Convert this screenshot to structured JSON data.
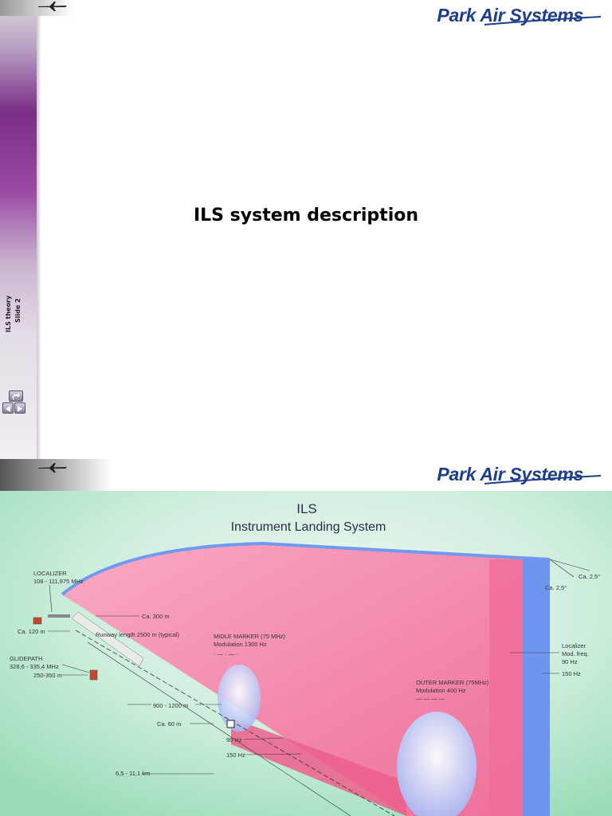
{
  "brand": {
    "name": "Park Air Systems"
  },
  "slide1": {
    "title": "ILS system description",
    "side_labels": {
      "course": "ILS theory",
      "slide": "Slide 2"
    }
  },
  "slide2": {
    "heading": "ILS",
    "subheading": "Instrument Landing System",
    "labels": {
      "localizer": "LOCALIZER",
      "localizer_freq": "108 - 111,975 MHz",
      "ca300": "Ca. 300 m",
      "ca120": "Ca. 120 m",
      "runway": "Runway length 2500 m (typical)",
      "glidepath": "GLIDEPATH",
      "glidepath_freq": "328,6 - 335,4 MHz",
      "dist_250_350": "250-350 m",
      "midle_marker": "MIDLE MARKER (75 MHz)",
      "midle_mod": "Modulation 1300 Hz",
      "midle_code": "· — · — ·",
      "outer_marker": "OUTER MARKER (75MHz)",
      "outer_mod": "Modulation 400 Hz",
      "outer_code": "— — — —",
      "dist_900_1200": "900 - 1200 m",
      "ca60": "Ca. 60 m",
      "hz90": "90 Hz",
      "hz150": "150 Hz",
      "dist_km": "6,5 - 11,1 km",
      "loc_mod1": "Localizer",
      "loc_mod2": "Mod. freq.",
      "loc_mod3": "90 Hz",
      "loc_150": "150 Hz",
      "angle1": "Ca. 2,5°",
      "angle2": "Ca. 2,5°"
    }
  },
  "colors": {
    "brand_blue": "#1d3d8f",
    "lobe_pink": "#f06d9a",
    "lobe_blue": "#5f8ef0",
    "ground_green": "#b8e6c6",
    "sky_mint": "#bfe9cf"
  }
}
